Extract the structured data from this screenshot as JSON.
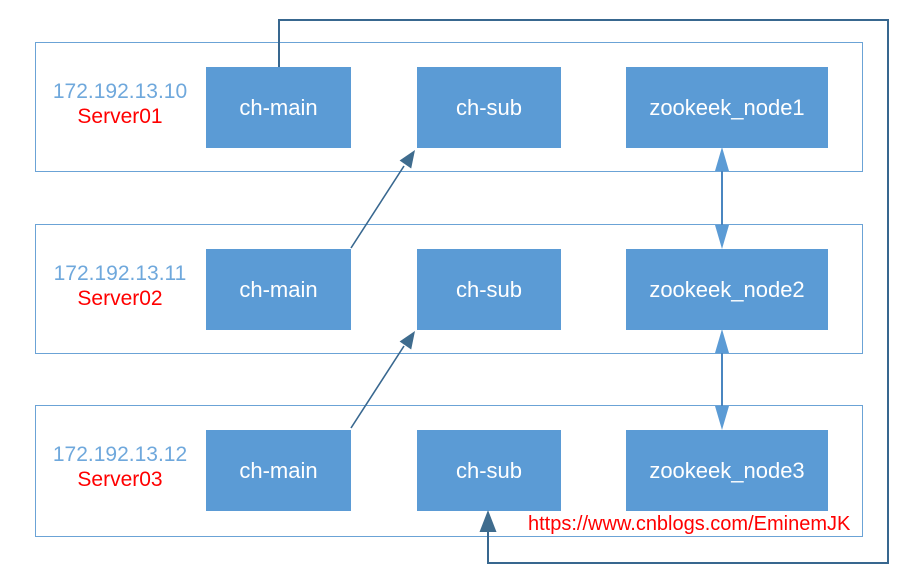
{
  "servers": [
    {
      "ip": "172.192.13.10",
      "name": "Server01",
      "nodes": [
        "ch-main",
        "ch-sub",
        "zookeek_node1"
      ]
    },
    {
      "ip": "172.192.13.11",
      "name": "Server02",
      "nodes": [
        "ch-main",
        "ch-sub",
        "zookeek_node2"
      ]
    },
    {
      "ip": "172.192.13.12",
      "name": "Server03",
      "nodes": [
        "ch-main",
        "ch-sub",
        "zookeek_node3"
      ]
    }
  ],
  "watermark": "https://www.cnblogs.com/EminemJK",
  "connections": [
    {
      "from": "server01.ch-main",
      "to": "server03.ch-sub",
      "style": "elbow-single-arrow"
    },
    {
      "from": "server02.ch-main",
      "to": "server01.ch-sub",
      "style": "diagonal-single-arrow"
    },
    {
      "from": "server03.ch-main",
      "to": "server02.ch-sub",
      "style": "diagonal-single-arrow"
    },
    {
      "from": "zookeek_node1",
      "to": "zookeek_node2",
      "style": "vertical-double-arrow"
    },
    {
      "from": "zookeek_node2",
      "to": "zookeek_node3",
      "style": "vertical-double-arrow"
    }
  ],
  "colors": {
    "node_fill": "#5B9BD5",
    "node_text": "#FFFFFF",
    "server_border": "#6BA3D6",
    "connector": "#38678F",
    "arrow_dark": "#3F6C8E",
    "double_arrow": "#5B9BD5",
    "double_arrow_stem": "#4A86C0",
    "ip_text": "#6FA8DC",
    "server_text": "#FF0000",
    "watermark": "#FF0000"
  }
}
